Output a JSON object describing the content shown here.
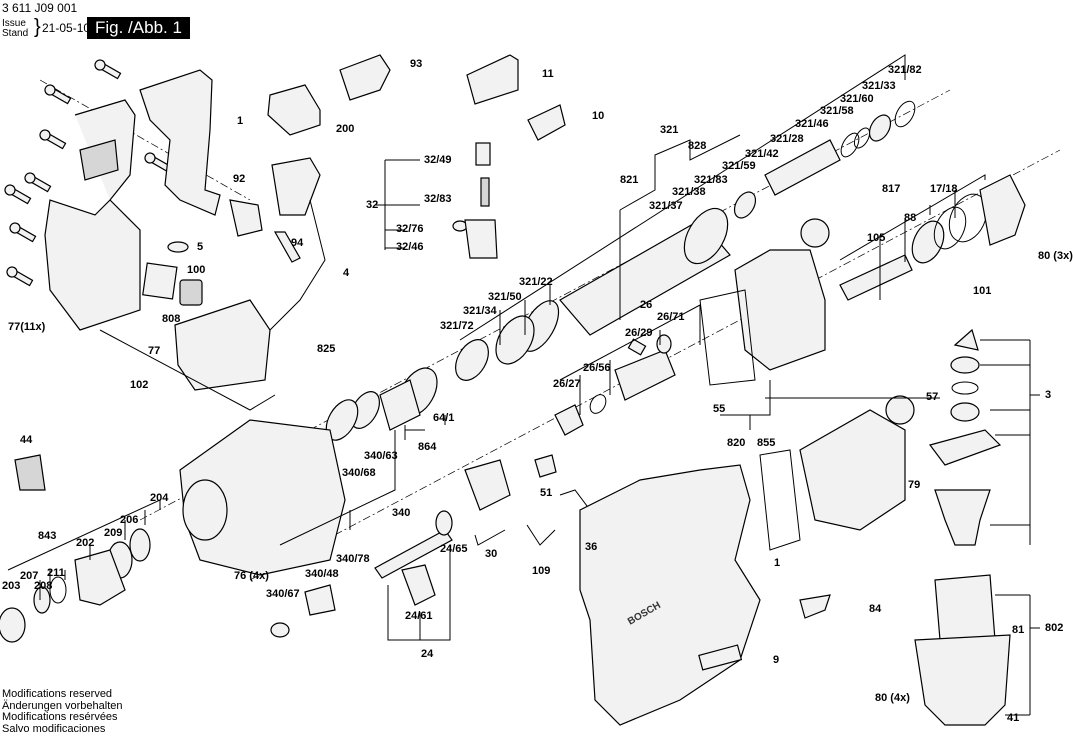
{
  "header": {
    "doc_number": "3 611 J09 001",
    "issue_label": "Issue",
    "stand_label": "Stand",
    "date": "21-05-10",
    "figure_label": "Fig. /Abb. 1"
  },
  "footer": {
    "lines": [
      "Modifications reserved",
      "Änderungen vorbehalten",
      "Modifications resérvées",
      "Salvo modificaciones"
    ]
  },
  "callouts": {
    "c93": "93",
    "c1a": "1",
    "c200": "200",
    "c11": "11",
    "c10": "10",
    "c92": "92",
    "c5": "5",
    "c94": "94",
    "c4": "4",
    "c100": "100",
    "c808": "808",
    "c77x11": "77(11x)",
    "c77": "77",
    "c102": "102",
    "c825": "825",
    "c32": "32",
    "c32_49": "32/49",
    "c32_83": "32/83",
    "c32_76": "32/76",
    "c32_46": "32/46",
    "c321": "321",
    "c828": "828",
    "c821": "821",
    "c321_82": "321/82",
    "c321_33": "321/33",
    "c321_60": "321/60",
    "c321_58": "321/58",
    "c321_46": "321/46",
    "c321_28": "321/28",
    "c321_42": "321/42",
    "c321_59": "321/59",
    "c321_83": "321/83",
    "c321_38": "321/38",
    "c321_37": "321/37",
    "c321_22": "321/22",
    "c321_50": "321/50",
    "c321_34": "321/34",
    "c321_72": "321/72",
    "c817": "817",
    "c17_18": "17/18",
    "c88": "88",
    "c105": "105",
    "c101": "101",
    "c80_3x": "80 (3x)",
    "c26": "26",
    "c26_71": "26/71",
    "c26_29": "26/29",
    "c26_56": "26/56",
    "c26_27": "26/27",
    "c55": "55",
    "c820": "820",
    "c855": "855",
    "c57": "57",
    "c3": "3",
    "c79": "79",
    "c64_1": "64/1",
    "c864": "864",
    "c340_63": "340/63",
    "c340_68": "340/68",
    "c340": "340",
    "c44": "44",
    "c204": "204",
    "c206": "206",
    "c209": "209",
    "c202": "202",
    "c843": "843",
    "c211": "211",
    "c207": "207",
    "c208": "208",
    "c203": "203",
    "c76_4x": "76 (4x)",
    "c340_78": "340/78",
    "c340_48": "340/48",
    "c340_67": "340/67",
    "c24_65": "24/65",
    "c24_61": "24/61",
    "c24": "24",
    "c51": "51",
    "c30": "30",
    "c109": "109",
    "c36": "36",
    "c1b": "1",
    "c9": "9",
    "c84": "84",
    "c81": "81",
    "c802": "802",
    "c80_4x": "80 (4x)",
    "c41": "41"
  },
  "brand_marking": "BOSCH"
}
